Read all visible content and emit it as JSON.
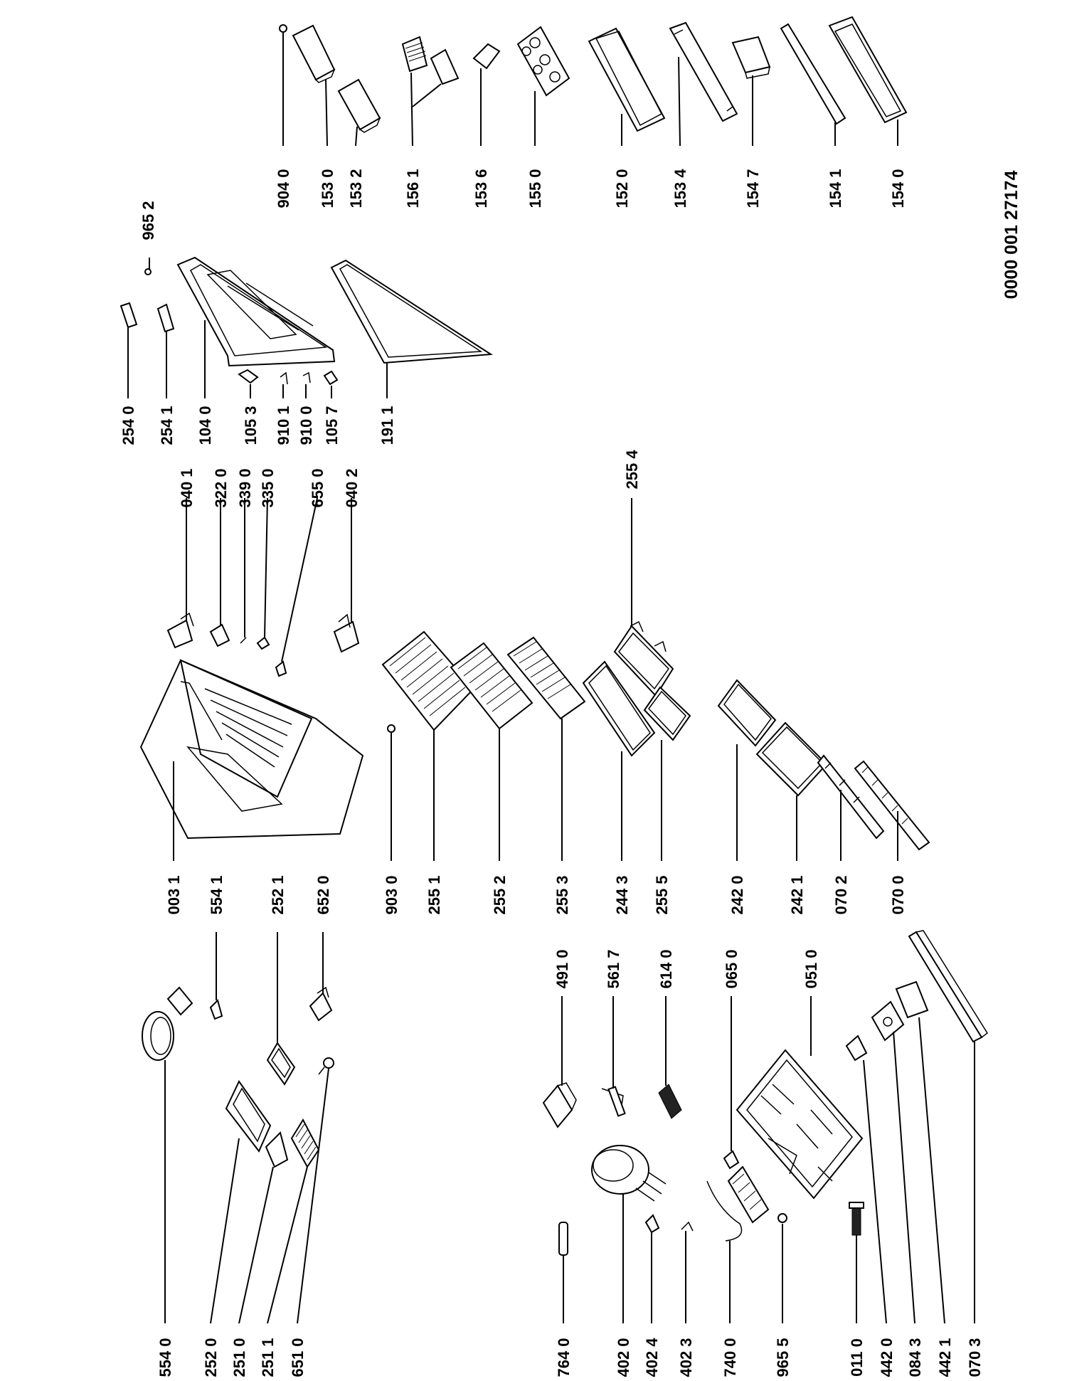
{
  "document_number": "0000 001 27174",
  "labels": {
    "p904_0": "904 0",
    "p153_0": "153 0",
    "p153_2": "153 2",
    "p156_1": "156 1",
    "p153_6": "153 6",
    "p155_0": "155 0",
    "p152_0": "152 0",
    "p153_4": "153 4",
    "p154_7": "154 7",
    "p154_1": "154 1",
    "p154_0": "154 0",
    "p965_2": "965 2",
    "p254_0": "254 0",
    "p254_1": "254 1",
    "p104_0": "104 0",
    "p105_3": "105 3",
    "p910_1": "910 1",
    "p910_0": "910 0",
    "p105_7": "105 7",
    "p191_1": "191 1",
    "p040_1": "040 1",
    "p322_0": "322 0",
    "p339_0": "339 0",
    "p335_0": "335 0",
    "p655_0": "655 0",
    "p040_2": "040 2",
    "p255_4": "255 4",
    "p003_1": "003 1",
    "p554_1": "554 1",
    "p252_1": "252 1",
    "p652_0": "652 0",
    "p903_0": "903 0",
    "p255_1": "255 1",
    "p255_2": "255 2",
    "p255_3": "255 3",
    "p244_3": "244 3",
    "p255_5": "255 5",
    "p242_0": "242 0",
    "p242_1": "242 1",
    "p070_2": "070 2",
    "p070_0": "070 0",
    "p491_0": "491 0",
    "p561_7": "561 7",
    "p614_0": "614 0",
    "p065_0": "065 0",
    "p051_0": "051 0",
    "p554_0": "554 0",
    "p252_0": "252 0",
    "p251_0": "251 0",
    "p251_1": "251 1",
    "p651_0": "651 0",
    "p764_0": "764 0",
    "p402_0": "402 0",
    "p402_4": "402 4",
    "p402_3": "402 3",
    "p740_0": "740 0",
    "p965_5": "965 5",
    "p011_0": "011 0",
    "p442_0": "442 0",
    "p084_3": "084 3",
    "p442_1": "442 1",
    "p070_3": "070 3"
  }
}
